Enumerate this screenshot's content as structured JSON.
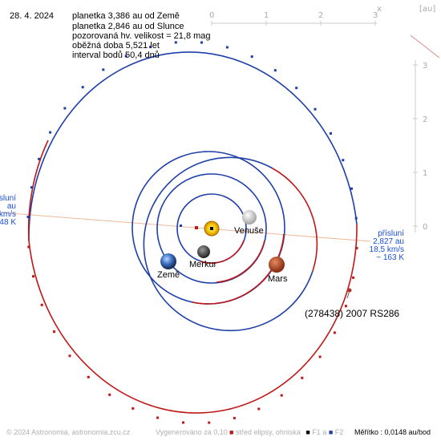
{
  "date": "28. 4. 2024",
  "info_lines": [
    "planetka 3,386 au od Země",
    "planetka 2,846 au od Slunce",
    "pozorovaná hv. velikost = 21,8 mag",
    "oběžná doba 5,521 let",
    "interval bodů 50,4 dnů"
  ],
  "axis": {
    "x_label": "x",
    "unit_label": "[au]",
    "x_ticks": [
      "0",
      "1",
      "2",
      "3"
    ],
    "y_ticks": [
      "3",
      "2",
      "1",
      "0"
    ]
  },
  "perihelion_right": [
    "přísluní",
    "2,827 au",
    "18,5 km/s",
    "~ 163 K"
  ],
  "perihelion_left": [
    "přísluní",
    "au",
    "km/s",
    "48 K"
  ],
  "planets": {
    "venus": "Venuše",
    "mercury": "Merkur",
    "earth": "Země",
    "mars": "Mars"
  },
  "asteroid_label": "(278438) 2007 RS286",
  "footer": {
    "copyright": "© 2024 Astronomia, astronomia.zcu.cz",
    "generated": "Vygenerováno za 0,10 s",
    "legend_center": "střed elipsy, ohniska",
    "legend_f1": "F1 a",
    "legend_f2": "F2",
    "scale": "Měřítko : 0,0148 au/bod"
  },
  "colors": {
    "blue_orbit": "#1f3fa8",
    "red_orbit": "#c01818",
    "apsis_line": "#f0b89a",
    "sun": "#f5c400",
    "mars": "#c0522a",
    "peri_text": "#1a4fd6"
  }
}
